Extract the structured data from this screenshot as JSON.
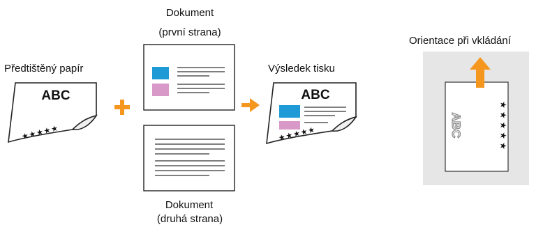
{
  "preprinted_label": "Předtištěný papír",
  "doc_first": {
    "title": "Dokument",
    "subtitle": "(první strana)"
  },
  "doc_second": {
    "title": "Dokument",
    "subtitle": "(druhá strana)"
  },
  "result_label": "Výsledek tisku",
  "orientation_label": "Orientace při vkládání",
  "paper_text": "ABC",
  "stars": "★★★★★",
  "colors": {
    "orange": "#f5961e",
    "blue": "#1e9ad6",
    "pink": "#d898c8",
    "tray_bg": "#e6e6e6"
  }
}
